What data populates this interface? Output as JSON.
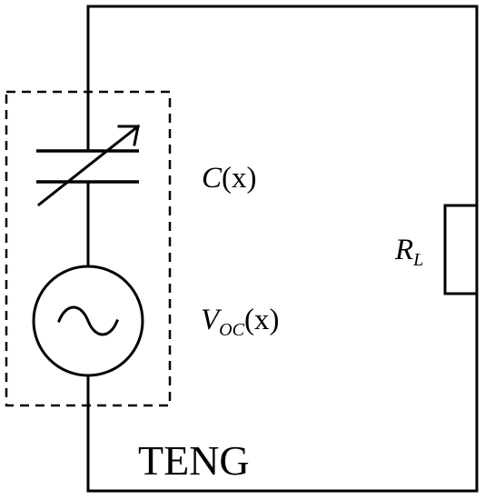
{
  "labels": {
    "capacitance": {
      "symbol": "C",
      "arg": "(x)"
    },
    "voltage": {
      "symbol": "V",
      "subscript": "OC",
      "arg": "(x)"
    },
    "load": {
      "symbol": "R",
      "subscript": "L"
    },
    "device": "TENG"
  }
}
